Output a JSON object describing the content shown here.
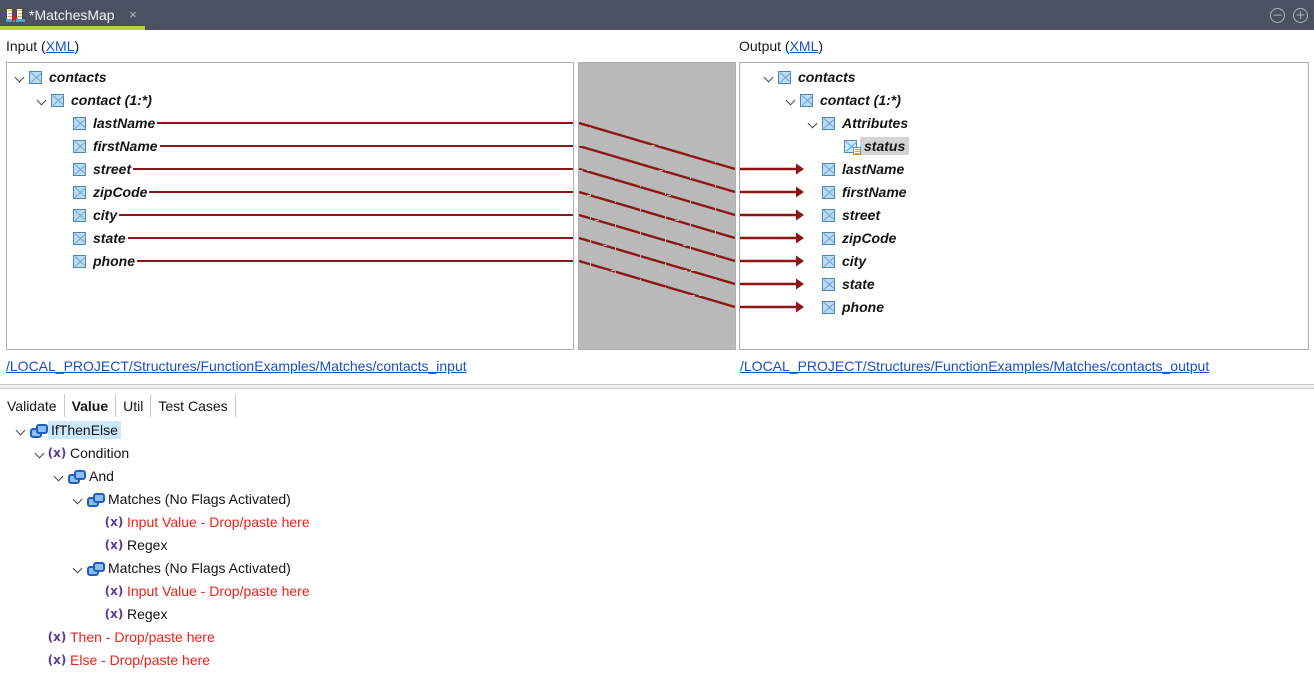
{
  "window": {
    "tab_title": "*MatchesMap",
    "tab_icon": "map-transform-icon",
    "close_label": "×",
    "minimize_label": "−",
    "maximize_label": "+",
    "accent_color": "#b5d334",
    "titlebar_color": "#4b5162"
  },
  "input_section": {
    "header_prefix": "Input (",
    "header_link": "XML",
    "header_suffix": ")",
    "path": "/LOCAL_PROJECT/Structures/FunctionExamples/Matches/contacts_input",
    "tree": [
      {
        "label": "contacts",
        "depth": 0,
        "twisty": "open",
        "icon": "xml-element-icon",
        "selected": false
      },
      {
        "label": "contact (1:*)",
        "depth": 1,
        "twisty": "open",
        "icon": "xml-element-icon",
        "selected": false
      },
      {
        "label": "lastName",
        "depth": 2,
        "twisty": "none",
        "icon": "xml-element-icon",
        "selected": false
      },
      {
        "label": "firstName",
        "depth": 2,
        "twisty": "none",
        "icon": "xml-element-icon",
        "selected": false
      },
      {
        "label": "street",
        "depth": 2,
        "twisty": "none",
        "icon": "xml-element-icon",
        "selected": false
      },
      {
        "label": "zipCode",
        "depth": 2,
        "twisty": "none",
        "icon": "xml-element-icon",
        "selected": false
      },
      {
        "label": "city",
        "depth": 2,
        "twisty": "none",
        "icon": "xml-element-icon",
        "selected": false
      },
      {
        "label": "state",
        "depth": 2,
        "twisty": "none",
        "icon": "xml-element-icon",
        "selected": false
      },
      {
        "label": "phone",
        "depth": 2,
        "twisty": "none",
        "icon": "xml-element-icon",
        "selected": false
      }
    ]
  },
  "output_section": {
    "header_prefix": "Output (",
    "header_link": "XML",
    "header_suffix": ")",
    "path": "/LOCAL_PROJECT/Structures/FunctionExamples/Matches/contacts_output",
    "tree": [
      {
        "label": "contacts",
        "depth": 0,
        "twisty": "open",
        "icon": "xml-element-icon",
        "selected": false,
        "arrow": false
      },
      {
        "label": "contact (1:*)",
        "depth": 1,
        "twisty": "open",
        "icon": "xml-element-icon",
        "selected": false,
        "arrow": false
      },
      {
        "label": "Attributes",
        "depth": 2,
        "twisty": "open",
        "icon": "xml-element-icon",
        "selected": false,
        "arrow": false
      },
      {
        "label": "status",
        "depth": 3,
        "twisty": "none",
        "icon": "xml-attribute-icon",
        "selected": true,
        "arrow": false
      },
      {
        "label": "lastName",
        "depth": 2,
        "twisty": "none",
        "icon": "xml-element-icon",
        "selected": false,
        "arrow": true
      },
      {
        "label": "firstName",
        "depth": 2,
        "twisty": "none",
        "icon": "xml-element-icon",
        "selected": false,
        "arrow": true
      },
      {
        "label": "street",
        "depth": 2,
        "twisty": "none",
        "icon": "xml-element-icon",
        "selected": false,
        "arrow": true
      },
      {
        "label": "zipCode",
        "depth": 2,
        "twisty": "none",
        "icon": "xml-element-icon",
        "selected": false,
        "arrow": true
      },
      {
        "label": "city",
        "depth": 2,
        "twisty": "none",
        "icon": "xml-element-icon",
        "selected": false,
        "arrow": true
      },
      {
        "label": "state",
        "depth": 2,
        "twisty": "none",
        "icon": "xml-element-icon",
        "selected": false,
        "arrow": true
      },
      {
        "label": "phone",
        "depth": 2,
        "twisty": "none",
        "icon": "xml-element-icon",
        "selected": false,
        "arrow": true
      }
    ]
  },
  "mapping": {
    "line_color": "#8c1616",
    "grid_color": "#bdbdbd",
    "connections": [
      {
        "from": "lastName",
        "to": "lastName"
      },
      {
        "from": "firstName",
        "to": "firstName"
      },
      {
        "from": "street",
        "to": "street"
      },
      {
        "from": "zipCode",
        "to": "zipCode"
      },
      {
        "from": "city",
        "to": "city"
      },
      {
        "from": "state",
        "to": "state"
      },
      {
        "from": "phone",
        "to": "phone"
      }
    ]
  },
  "bottom_tabs": [
    {
      "label": "Validate",
      "active": false
    },
    {
      "label": "Value",
      "active": true
    },
    {
      "label": "Util",
      "active": false
    },
    {
      "label": "Test Cases",
      "active": false
    }
  ],
  "function_tree": [
    {
      "label": "IfThenElse",
      "depth": 0,
      "twisty": "open",
      "icon": "function-link-icon",
      "red": false,
      "selected": true
    },
    {
      "label": "Condition",
      "depth": 1,
      "twisty": "open",
      "icon": "variable-x-icon",
      "red": false,
      "selected": false
    },
    {
      "label": "And",
      "depth": 2,
      "twisty": "open",
      "icon": "function-link-icon",
      "red": false,
      "selected": false
    },
    {
      "label": "Matches (No Flags Activated)",
      "depth": 3,
      "twisty": "open",
      "icon": "function-link-icon",
      "red": false,
      "selected": false
    },
    {
      "label": "Input Value - Drop/paste here",
      "depth": 4,
      "twisty": "none",
      "icon": "variable-x-icon",
      "red": true,
      "selected": false
    },
    {
      "label": "Regex",
      "depth": 4,
      "twisty": "none",
      "icon": "variable-x-icon",
      "red": false,
      "selected": false
    },
    {
      "label": "Matches (No Flags Activated)",
      "depth": 3,
      "twisty": "open",
      "icon": "function-link-icon",
      "red": false,
      "selected": false
    },
    {
      "label": "Input Value - Drop/paste here",
      "depth": 4,
      "twisty": "none",
      "icon": "variable-x-icon",
      "red": true,
      "selected": false
    },
    {
      "label": "Regex",
      "depth": 4,
      "twisty": "none",
      "icon": "variable-x-icon",
      "red": false,
      "selected": false
    },
    {
      "label": "Then - Drop/paste here",
      "depth": 1,
      "twisty": "none",
      "icon": "variable-x-icon",
      "red": true,
      "selected": false
    },
    {
      "label": "Else - Drop/paste here",
      "depth": 1,
      "twisty": "none",
      "icon": "variable-x-icon",
      "red": true,
      "selected": false
    }
  ]
}
